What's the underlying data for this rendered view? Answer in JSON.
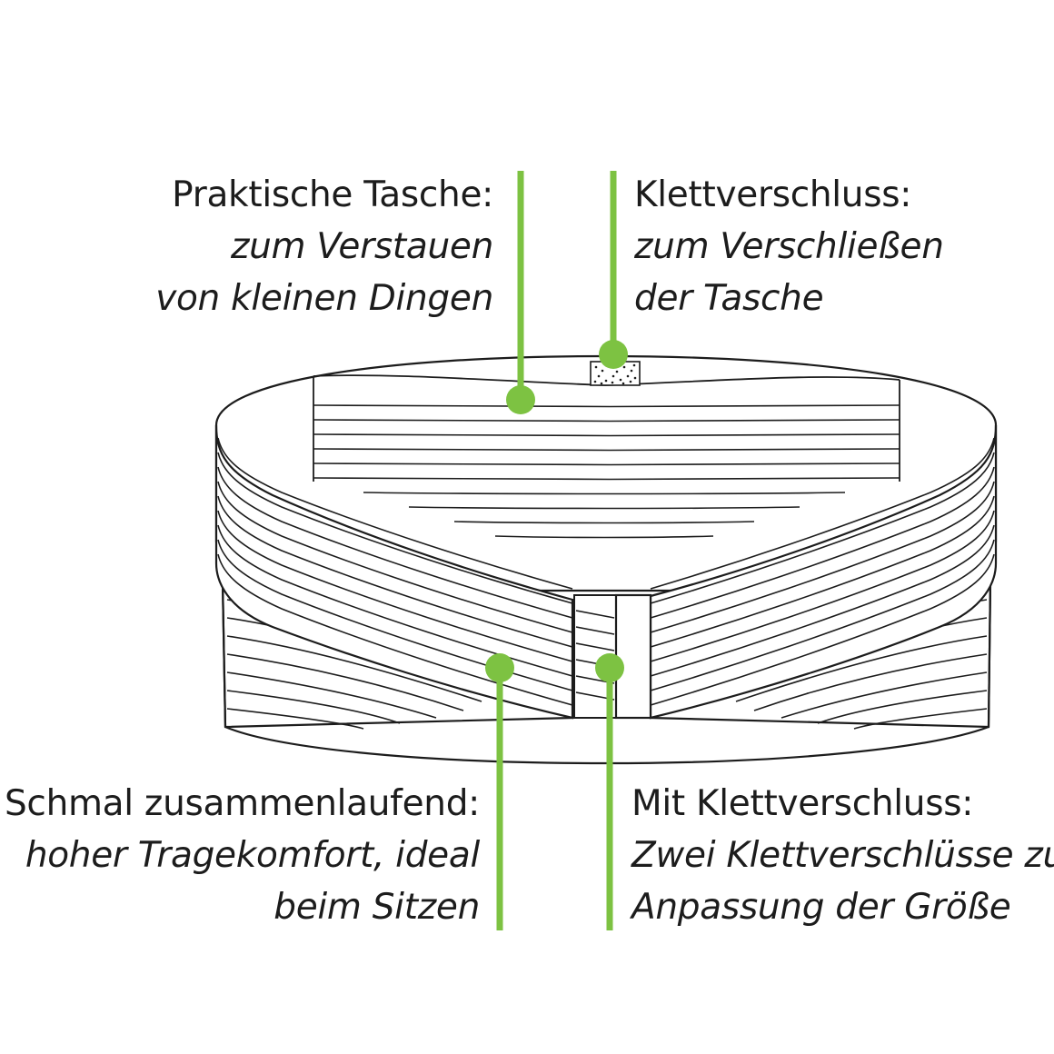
{
  "colors": {
    "accent": "#7dc242",
    "line": "#1c1c1c",
    "background": "#ffffff"
  },
  "callouts": {
    "tasche": {
      "title": "Praktische Tasche:",
      "desc_line1": "zum Verstauen",
      "desc_line2": "von kleinen Dingen"
    },
    "klett_top": {
      "title": "Klettverschluss:",
      "desc_line1": "zum Verschließen",
      "desc_line2": "der Tasche"
    },
    "schmal": {
      "title": "Schmal zusammenlaufend:",
      "desc_line1": "hoher Tragekomfort, ideal",
      "desc_line2": "beim Sitzen"
    },
    "klett_bottom": {
      "title": "Mit Klettverschluss:",
      "desc_line1": "Zwei Klettverschlüsse zur",
      "desc_line2": "Anpassung der Größe"
    }
  }
}
